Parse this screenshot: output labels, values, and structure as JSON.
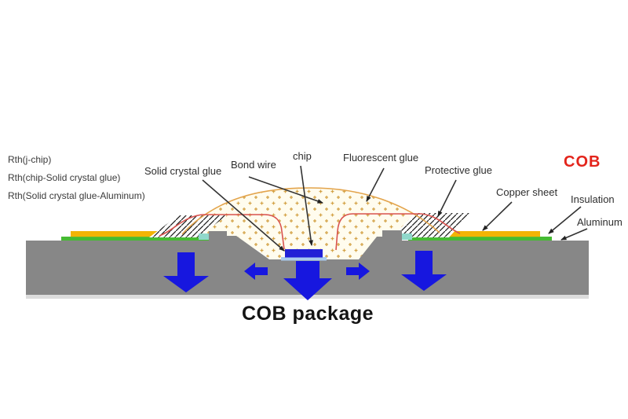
{
  "diagram_title": "COB package",
  "corner_badge": "COB",
  "rth_labels": [
    {
      "text": "Rth(j-chip)"
    },
    {
      "text": "Rth(chip-Solid crystal glue)"
    },
    {
      "text": "Rth(Solid crystal glue-Aluminum)"
    }
  ],
  "part_labels": {
    "solid_crystal_glue": "Solid crystal glue",
    "bond_wire": "Bond wire",
    "chip": "chip",
    "fluorescent_glue": "Fluorescent glue",
    "protective_glue": "Protective glue",
    "copper_sheet": "Copper sheet",
    "insulation": "Insulation",
    "aluminum": "Aluminum"
  },
  "colors": {
    "aluminum_substrate": "#878787",
    "copper_sheet": "#f2b405",
    "insulation_green": "#46bb33",
    "solder_pad_teal": "#90d8cb",
    "arrow_blue": "#1717df",
    "chip_blue": "#2121d6",
    "die_attach_blue": "#a9cbee",
    "dome_fill": "#fffcee",
    "dome_outline": "#e3a44c",
    "dome_dot": "#d4a348",
    "bond_wire_red": "#d9534f",
    "hatch_line": "#1a1a1a",
    "leader_line": "#333333",
    "badge_red": "#e3241b",
    "title_black": "#141414",
    "shadow_gray": "#dcdcdc"
  }
}
